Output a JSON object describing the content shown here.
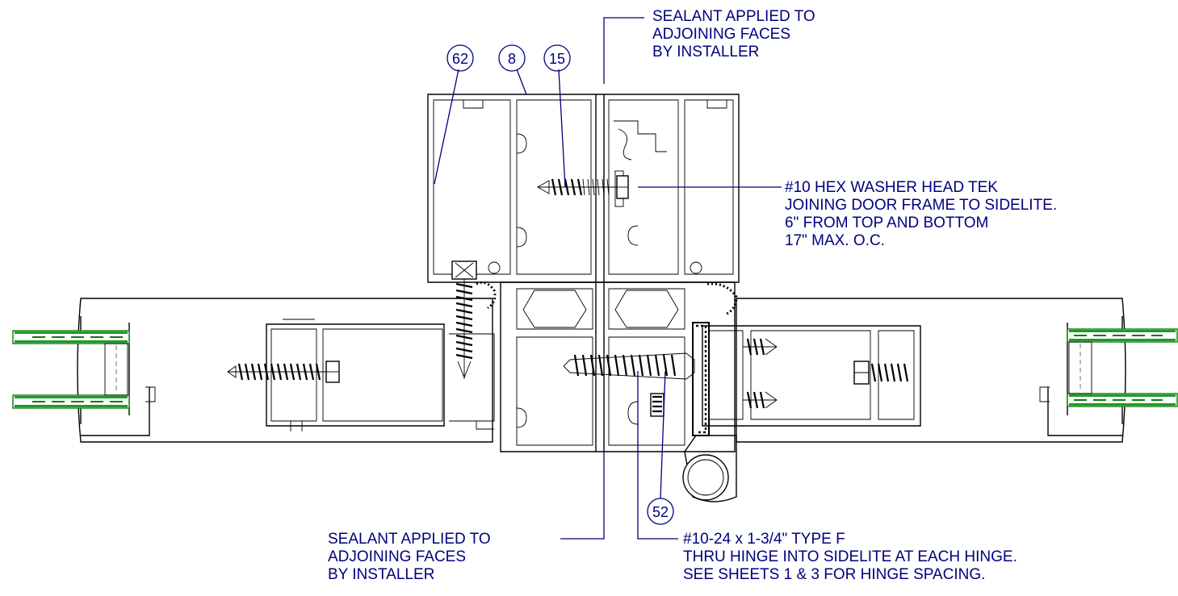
{
  "callouts": [
    {
      "id": "callout-62",
      "label": "62"
    },
    {
      "id": "callout-8",
      "label": "8"
    },
    {
      "id": "callout-15",
      "label": "15"
    },
    {
      "id": "callout-52",
      "label": "52"
    }
  ],
  "notes": {
    "sealant_top": [
      "SEALANT APPLIED TO",
      "ADJOINING FACES",
      "BY INSTALLER"
    ],
    "tek_screw": [
      "#10 HEX WASHER HEAD TEK",
      "JOINING DOOR FRAME TO SIDELITE.",
      "6\" FROM TOP AND BOTTOM",
      "17\" MAX. O.C."
    ],
    "sealant_bottom": [
      "SEALANT APPLIED TO",
      "ADJOINING FACES",
      "BY INSTALLER"
    ],
    "hinge_screw": [
      "#10-24 x 1-3/4\" TYPE F",
      "THRU HINGE INTO SIDELITE AT EACH HINGE.",
      "SEE SHEETS 1 & 3 FOR HINGE SPACING."
    ]
  },
  "colors": {
    "annotation": "#00007f",
    "linework": "#000000",
    "glazing": "#1f9a2a"
  }
}
